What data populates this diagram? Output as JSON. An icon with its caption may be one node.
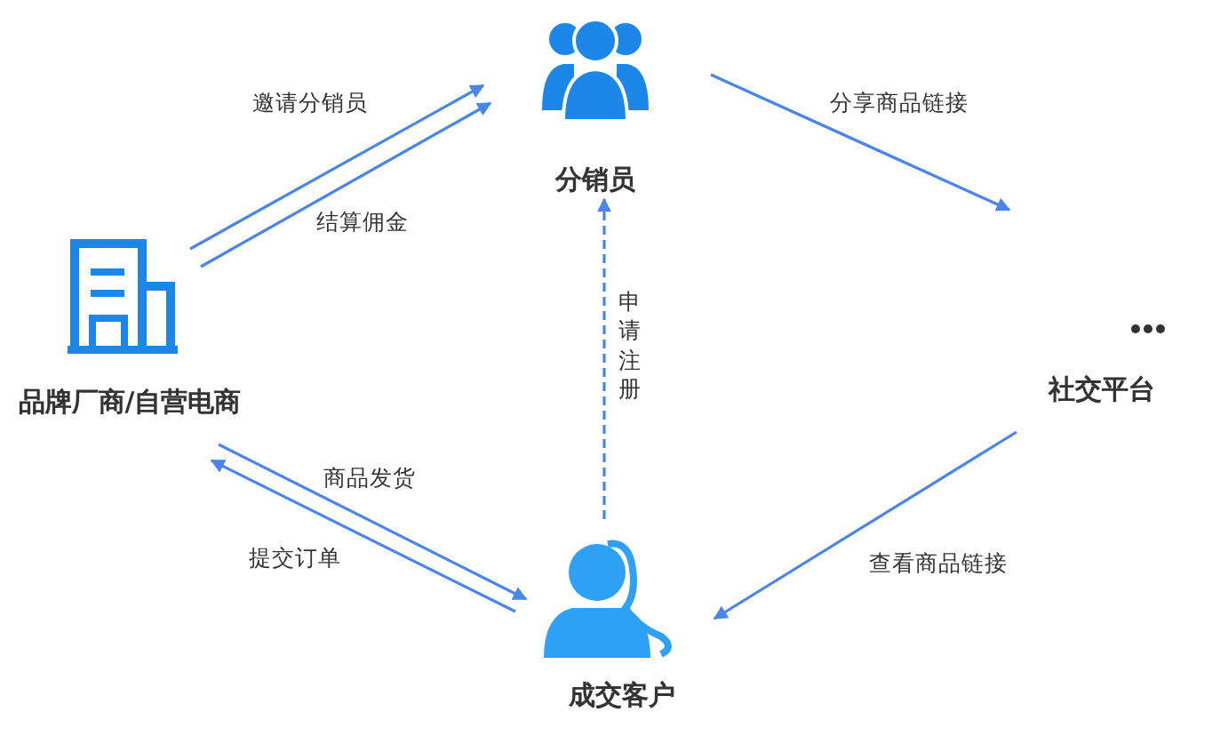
{
  "diagram": {
    "nodes": [
      {
        "text": [
          "分销员"
        ]
      },
      {
        "text": [
          "品牌厂商/自营电商"
        ]
      },
      {
        "text": [
          "社交平台"
        ]
      },
      {
        "text": [
          "成交客户"
        ]
      }
    ],
    "edges": [
      {
        "from": 1,
        "to": 0,
        "arrow": "to",
        "label": "邀请分销员"
      },
      {
        "from": 1,
        "to": 0,
        "arrow": "to",
        "label": "结算佣金"
      },
      {
        "from": 0,
        "to": 2,
        "arrow": "to",
        "label": "分享商品链接"
      },
      {
        "from": 3,
        "to": 0,
        "arrow": "to",
        "label": "申请注册",
        "style": "dashed"
      },
      {
        "from": 1,
        "to": 3,
        "arrow": "to",
        "label": "商品发货"
      },
      {
        "from": 3,
        "to": 1,
        "arrow": "to",
        "label": "提交订单"
      },
      {
        "from": 2,
        "to": 3,
        "arrow": "to",
        "label": "查看商品链接"
      }
    ]
  }
}
